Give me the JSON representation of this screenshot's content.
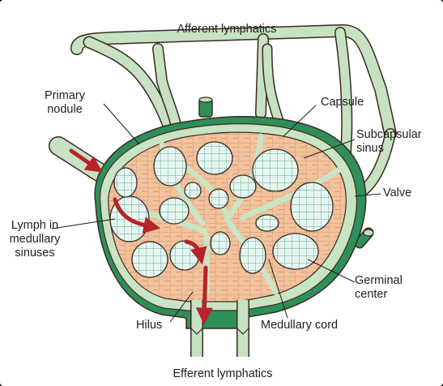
{
  "labels": {
    "afferent_lymphatics": "Afferent lymphatics",
    "primary_nodule": [
      "Primary",
      "nodule"
    ],
    "capsule": "Capsule",
    "subcapsular_sinus": [
      "Subcapsular",
      "sinus"
    ],
    "valve": "Valve",
    "lymph_in_medullary_sinuses": [
      "Lymph in",
      "medullary",
      "sinuses"
    ],
    "germinal_center": [
      "Germinal",
      "center"
    ],
    "hilus": "Hilus",
    "medullary_cord": "Medullary cord",
    "efferent_lymphatics": "Efferent lymphatics"
  },
  "colors": {
    "capsule_green": "#2f8f5a",
    "sinus_mint": "#c9e4c4",
    "cortex_peach": "#f5c5a0",
    "nodule_fill": "#e4f4f0",
    "outline": "#3a2a22",
    "arrow_red": "#b8222a",
    "lymphatic_fill": "#c6e2c2"
  }
}
